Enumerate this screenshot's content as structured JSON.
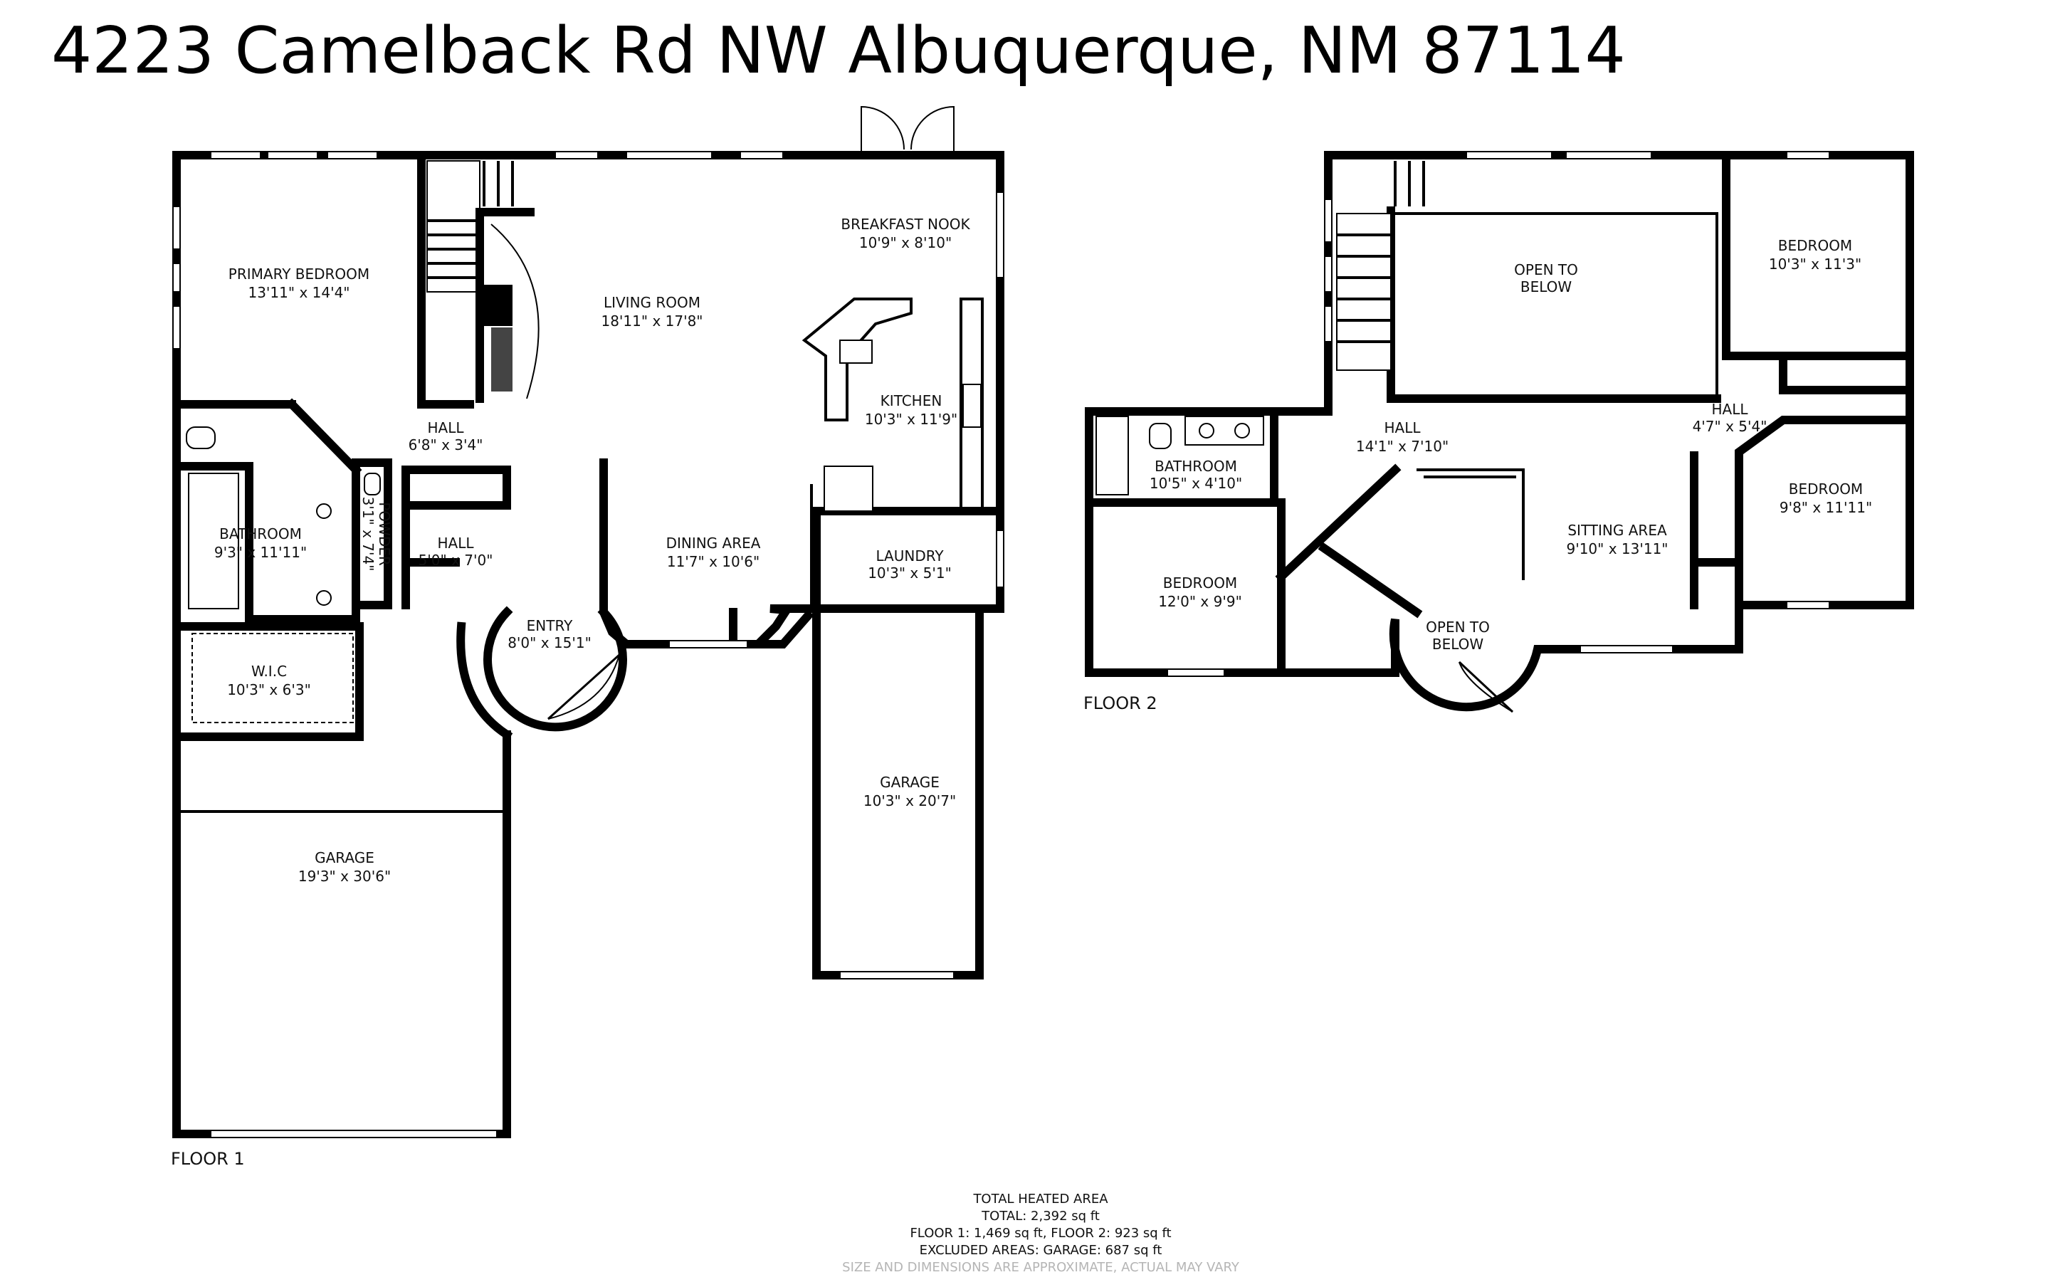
{
  "title": "4223 Camelback Rd NW Albuquerque, NM 87114",
  "floors": {
    "floor1_label": "FLOOR 1",
    "floor2_label": "FLOOR 2"
  },
  "rooms": {
    "primary_bedroom": {
      "name": "PRIMARY BEDROOM",
      "dims": "13'11\" x 14'4\""
    },
    "living_room": {
      "name": "LIVING ROOM",
      "dims": "18'11\" x 17'8\""
    },
    "breakfast_nook": {
      "name": "BREAKFAST NOOK",
      "dims": "10'9\" x 8'10\""
    },
    "kitchen": {
      "name": "KITCHEN",
      "dims": "10'3\" x 11'9\""
    },
    "hall_a": {
      "name": "HALL",
      "dims": "6'8\" x 3'4\""
    },
    "powder": {
      "name": "POWDER",
      "dims": "3'1\" x 7'4\""
    },
    "hall_b": {
      "name": "HALL",
      "dims": "5'0\" x 7'0\""
    },
    "bathroom_1": {
      "name": "BATHROOM",
      "dims": "9'3\" x 11'11\""
    },
    "dining_area": {
      "name": "DINING AREA",
      "dims": "11'7\" x 10'6\""
    },
    "laundry": {
      "name": "LAUNDRY",
      "dims": "10'3\" x 5'1\""
    },
    "entry": {
      "name": "ENTRY",
      "dims": "8'0\" x 15'1\""
    },
    "wic": {
      "name": "W.I.C",
      "dims": "10'3\" x 6'3\""
    },
    "garage_small": {
      "name": "GARAGE",
      "dims": "10'3\" x 20'7\""
    },
    "garage_large": {
      "name": "GARAGE",
      "dims": "19'3\" x 30'6\""
    },
    "open_below_1": {
      "line1": "OPEN TO",
      "line2": "BELOW"
    },
    "bedroom_1": {
      "name": "BEDROOM",
      "dims": "10'3\" x 11'3\""
    },
    "hall_c": {
      "name": "HALL",
      "dims": "14'1\" x 7'10\""
    },
    "hall_d": {
      "name": "HALL",
      "dims": "4'7\" x 5'4\""
    },
    "bathroom_2": {
      "name": "BATHROOM",
      "dims": "10'5\" x 4'10\""
    },
    "bedroom_2": {
      "name": "BEDROOM",
      "dims": "9'8\" x 11'11\""
    },
    "sitting_area": {
      "name": "SITTING AREA",
      "dims": "9'10\" x 13'11\""
    },
    "bedroom_3": {
      "name": "BEDROOM",
      "dims": "12'0\" x 9'9\""
    },
    "open_below_2": {
      "line1": "OPEN TO",
      "line2": "BELOW"
    }
  },
  "footer": {
    "heading": "TOTAL HEATED AREA",
    "total": "TOTAL: 2,392 sq ft",
    "floors": "FLOOR 1: 1,469 sq ft, FLOOR 2: 923 sq ft",
    "excluded": "EXCLUDED AREAS: GARAGE: 687 sq ft",
    "note": "SIZE AND DIMENSIONS ARE APPROXIMATE, ACTUAL MAY VARY"
  }
}
